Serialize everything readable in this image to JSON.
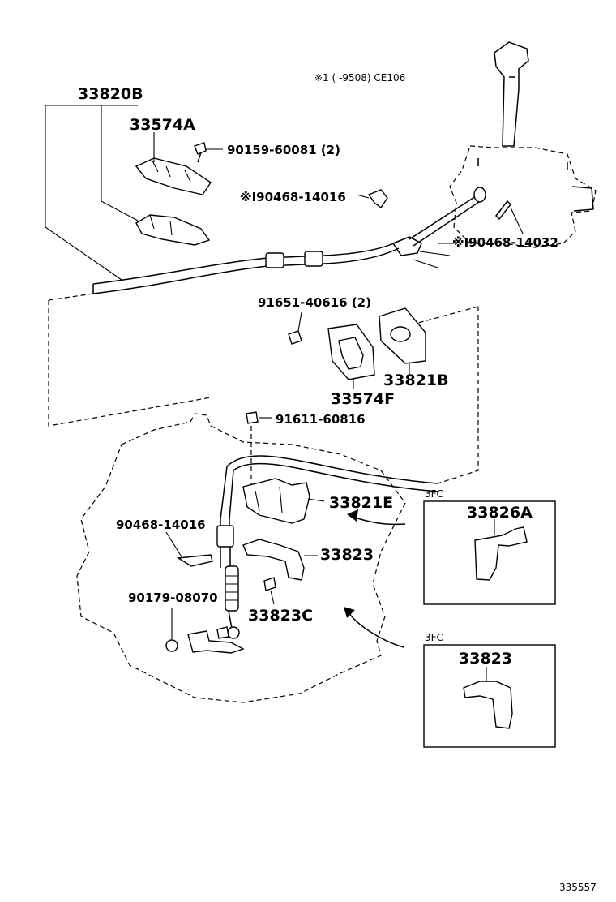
{
  "note": "※1 (    -9508) CE106",
  "labels": {
    "p33820B": "33820B",
    "p33574A": "33574A",
    "p90159": "90159-60081 (2)",
    "p90468_14016_top": "※I90468-14016",
    "p90468_14032": "※I90468-14032",
    "p91651": "91651-40616 (2)",
    "p33821B": "33821B",
    "p33574F": "33574F",
    "p91611": "91611-60816",
    "p33821E": "33821E",
    "p90468_14016": "90468-14016",
    "p33823": "33823",
    "p90179": "90179-08070",
    "p33823C": "33823C"
  },
  "insets": [
    {
      "tag": "3FC",
      "part": "33826A"
    },
    {
      "tag": "3FC",
      "part": "33823"
    }
  ],
  "footer_code": "335557"
}
